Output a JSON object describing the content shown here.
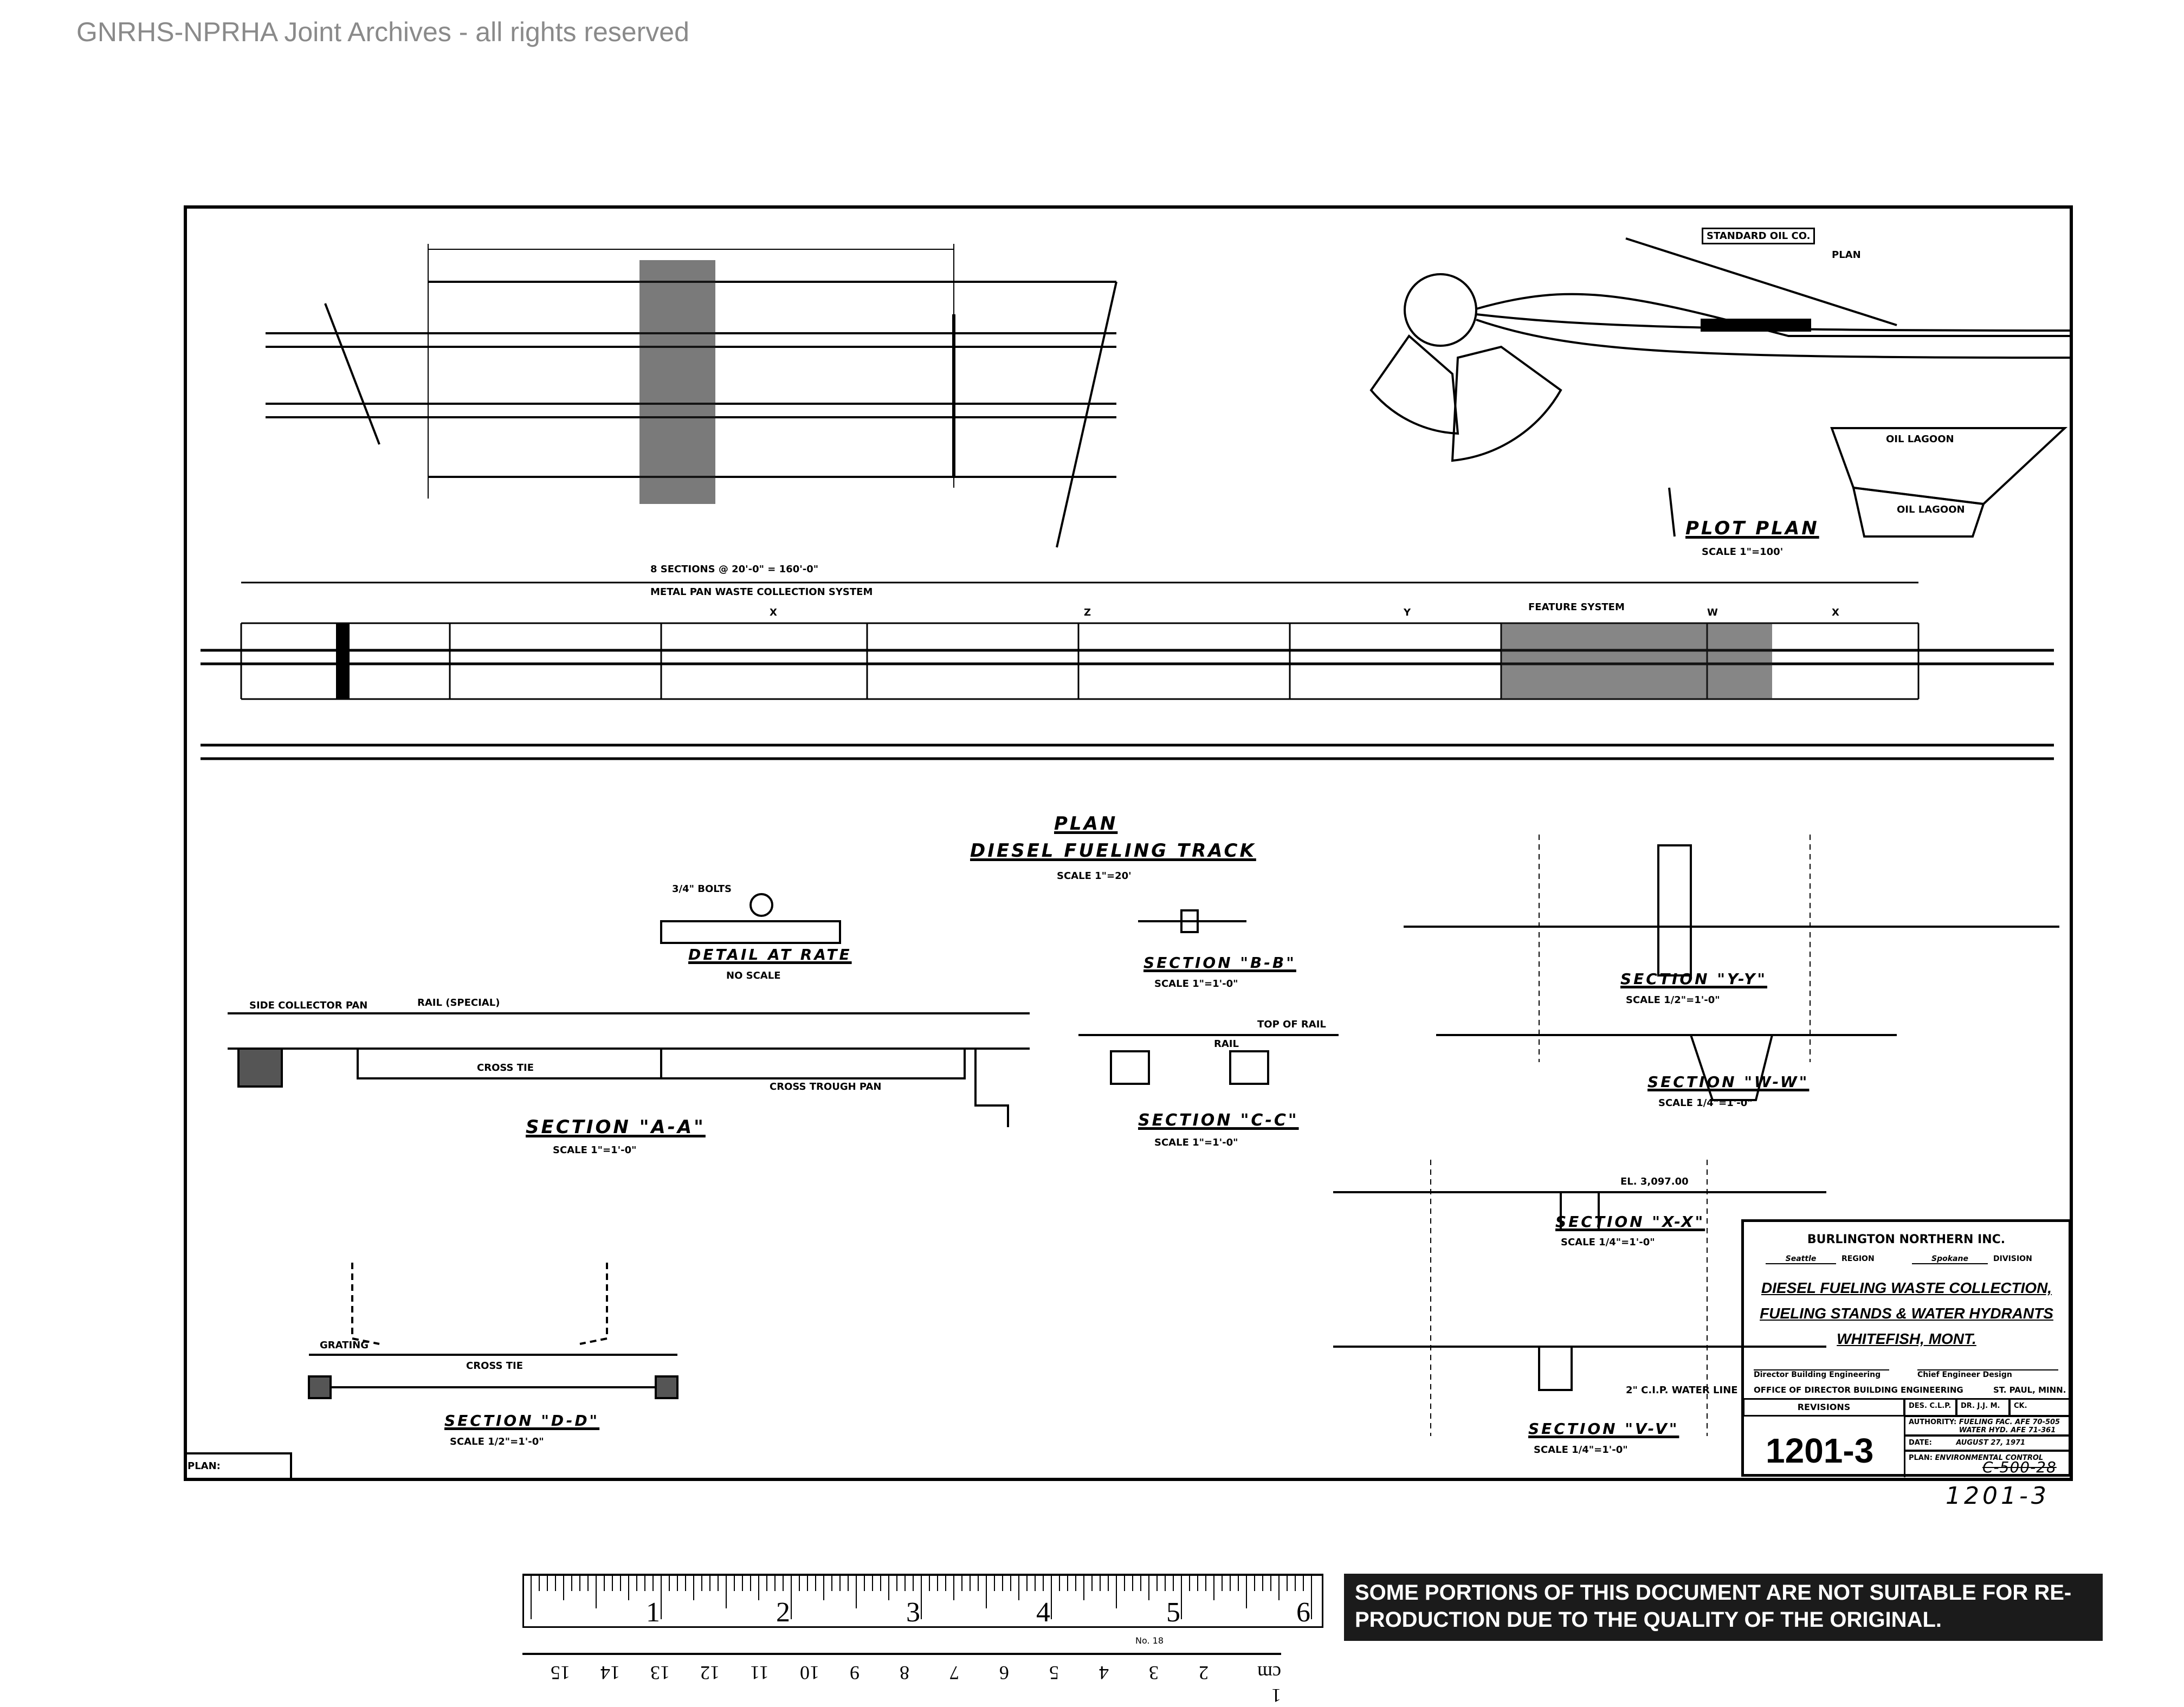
{
  "watermark": "GNRHS-NPRHA Joint Archives - all rights reserved",
  "drawing": {
    "views": {
      "plot_plan": {
        "title": "PLOT PLAN",
        "scale": "SCALE 1\"=100'",
        "labels": [
          "OIL LAGOON",
          "OIL LAGOON",
          "STANDARD OIL CO.",
          "PLAN"
        ]
      },
      "plan": {
        "title": "PLAN",
        "subtitle": "DIESEL FUELING TRACK",
        "scale": "SCALE 1\"=20'",
        "dimension": "8 SECTIONS @ 20'-0\" = 160'-0\"",
        "dimension_note": "METAL PAN WASTE COLLECTION SYSTEM",
        "right_dimension": "FEATURE SYSTEM",
        "markers": [
          "X",
          "Z",
          "Y",
          "W",
          "X"
        ]
      },
      "detail_rate": {
        "title": "DETAIL AT RATE",
        "scale": "NO SCALE",
        "note": "3/4\" BOLTS"
      },
      "section_bb": {
        "title": "SECTION \"B-B\"",
        "scale": "SCALE 1\"=1'-0\""
      },
      "section_yy_top": {
        "title": "SECTION \"Y-Y\"",
        "scale": "SCALE 1/2\"=1'-0\""
      },
      "section_aa": {
        "title": "SECTION \"A-A\"",
        "scale": "SCALE 1\"=1'-0\"",
        "labels": [
          "SIDE COLLECTOR PAN",
          "RAIL (SPECIAL)",
          "CROSS TIE",
          "CROSS TROUGH PAN"
        ]
      },
      "section_cc": {
        "title": "SECTION \"C-C\"",
        "scale": "SCALE 1\"=1'-0\"",
        "labels": [
          "TOP OF RAIL",
          "RAIL"
        ]
      },
      "section_ww": {
        "title": "SECTION \"W-W\"",
        "scale": "SCALE 1/4\"=1'-0\""
      },
      "section_xx": {
        "title": "SECTION \"X-X\"",
        "scale": "SCALE 1/4\"=1'-0\"",
        "labels": [
          "EL. 3,097.00"
        ]
      },
      "section_dd": {
        "title": "SECTION \"D-D\"",
        "scale": "SCALE 1/2\"=1'-0\"",
        "labels": [
          "CROSS TIE",
          "GRATING"
        ]
      },
      "section_vv": {
        "title": "SECTION \"V-V\"",
        "scale": "SCALE 1/4\"=1'-0\"",
        "labels": [
          "2\" C.I.P. WATER LINE"
        ]
      }
    },
    "plan_box": "PLAN:"
  },
  "title_block": {
    "company": "BURLINGTON NORTHERN INC.",
    "region_value": "Seattle",
    "region_label": "REGION",
    "division_value": "Spokane",
    "division_label": "DIVISION",
    "title_line1": "DIESEL FUELING WASTE COLLECTION,",
    "title_line2": "FUELING STANDS & WATER HYDRANTS",
    "title_line3": "WHITEFISH, MONT.",
    "signer_left": "Director Building Engineering",
    "signer_right": "Chief Engineer Design",
    "office": "OFFICE OF DIRECTOR BUILDING ENGINEERING",
    "city": "ST. PAUL, MINN.",
    "revisions_label": "REVISIONS",
    "des": "DES. C.L.P.",
    "dr": "DR. J.J. M.",
    "ck": "CK.",
    "authority_label": "AUTHORITY:",
    "authority_value1": "FUELING FAC. AFE 70-505",
    "authority_value2": "WATER HYD. AFE 71-361",
    "date_label": "DATE:",
    "date_value": "AUGUST 27, 1971",
    "plan_label": "PLAN:",
    "plan_value": "ENVIRONMENTAL CONTROL",
    "drawing_number": "1201-3",
    "old_number": "C-500-28"
  },
  "handwritten_number": "1201-3",
  "ruler": {
    "inch_labels": [
      "1",
      "2",
      "3",
      "4",
      "5",
      "6"
    ],
    "maker": "No. 18",
    "cm_labels": [
      "1 cm",
      "2",
      "3",
      "4",
      "5",
      "6",
      "7",
      "8",
      "9",
      "10",
      "11",
      "12",
      "13",
      "14",
      "15"
    ]
  },
  "notice": "SOME PORTIONS OF THIS DOCUMENT ARE NOT SUITABLE FOR RE-PRODUCTION DUE TO THE QUALITY OF THE ORIGINAL."
}
